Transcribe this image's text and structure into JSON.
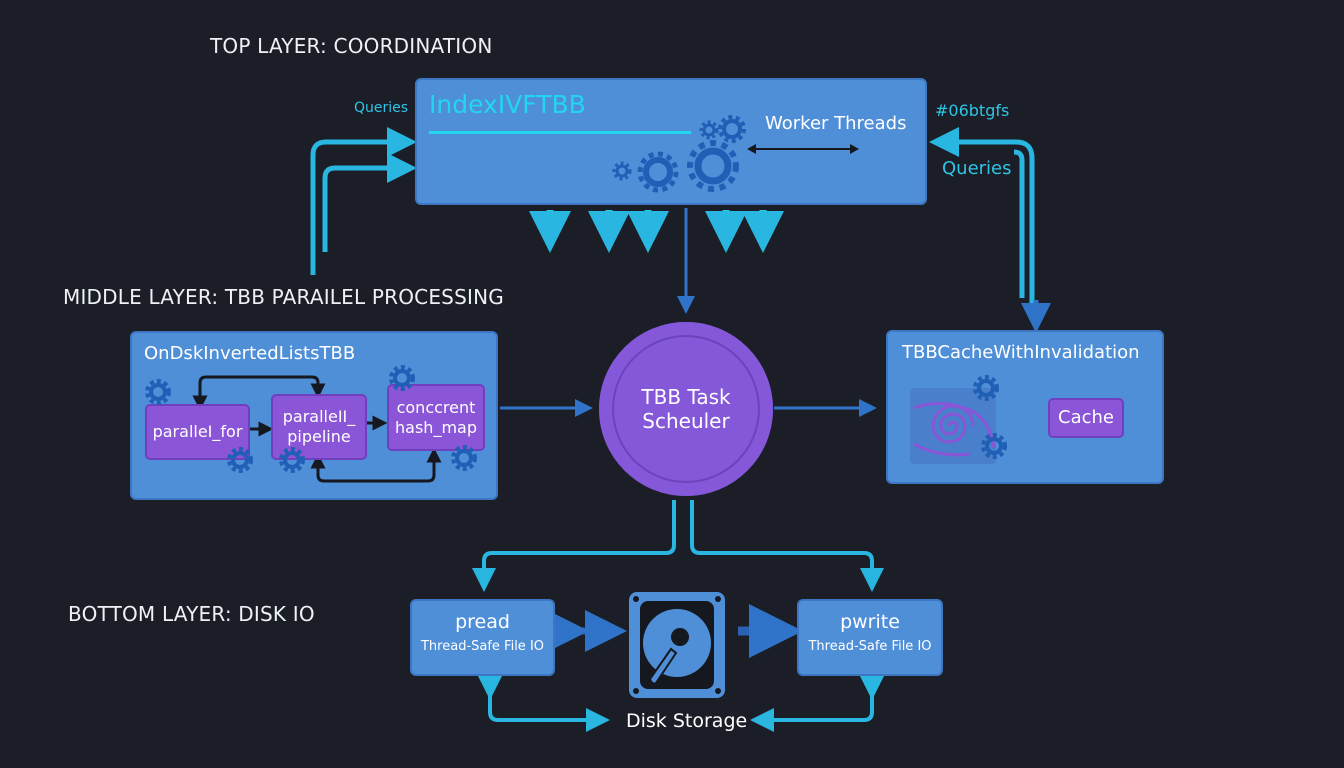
{
  "layers": {
    "top": "TOP LAYER: COORDINATION",
    "middle": "MIDDLE LAYER: TBB PARAILEL PROCESSING",
    "bottom": "BOTTOM LAYER: DISK IO"
  },
  "index_box": {
    "title": "IndexIVFTBB",
    "worker_label": "Worker Threads",
    "queries_left": "Queries",
    "queries_right": "Queries",
    "hash_label": "#06btgfs"
  },
  "ondisk_box": {
    "title": "OnDskInvertedListsTBB",
    "nodes": [
      {
        "label": "paralleI_for"
      },
      {
        "label": "paralleII_ pipeline"
      },
      {
        "label": "conccrent hash_map"
      }
    ]
  },
  "scheduler": {
    "label_line1": "TBB Task",
    "label_line2": "Scheuler"
  },
  "cache_box": {
    "title": "TBBCacheWithInvalidation",
    "cache_label": "Cache"
  },
  "disk": {
    "pread": {
      "title": "pread",
      "subtitle": "Thread-Safe File IO"
    },
    "pwrite": {
      "title": "pwrite",
      "subtitle": "Thread-Safe File IO"
    },
    "storage_label": "Disk Storage"
  },
  "colors": {
    "background": "#1b1e27",
    "box_blue": "#4f8fd8",
    "purple": "#8a55d6",
    "cyan": "#29b6e0",
    "arrow_blue": "#2f74c9",
    "gear": "#1f5fb6"
  }
}
